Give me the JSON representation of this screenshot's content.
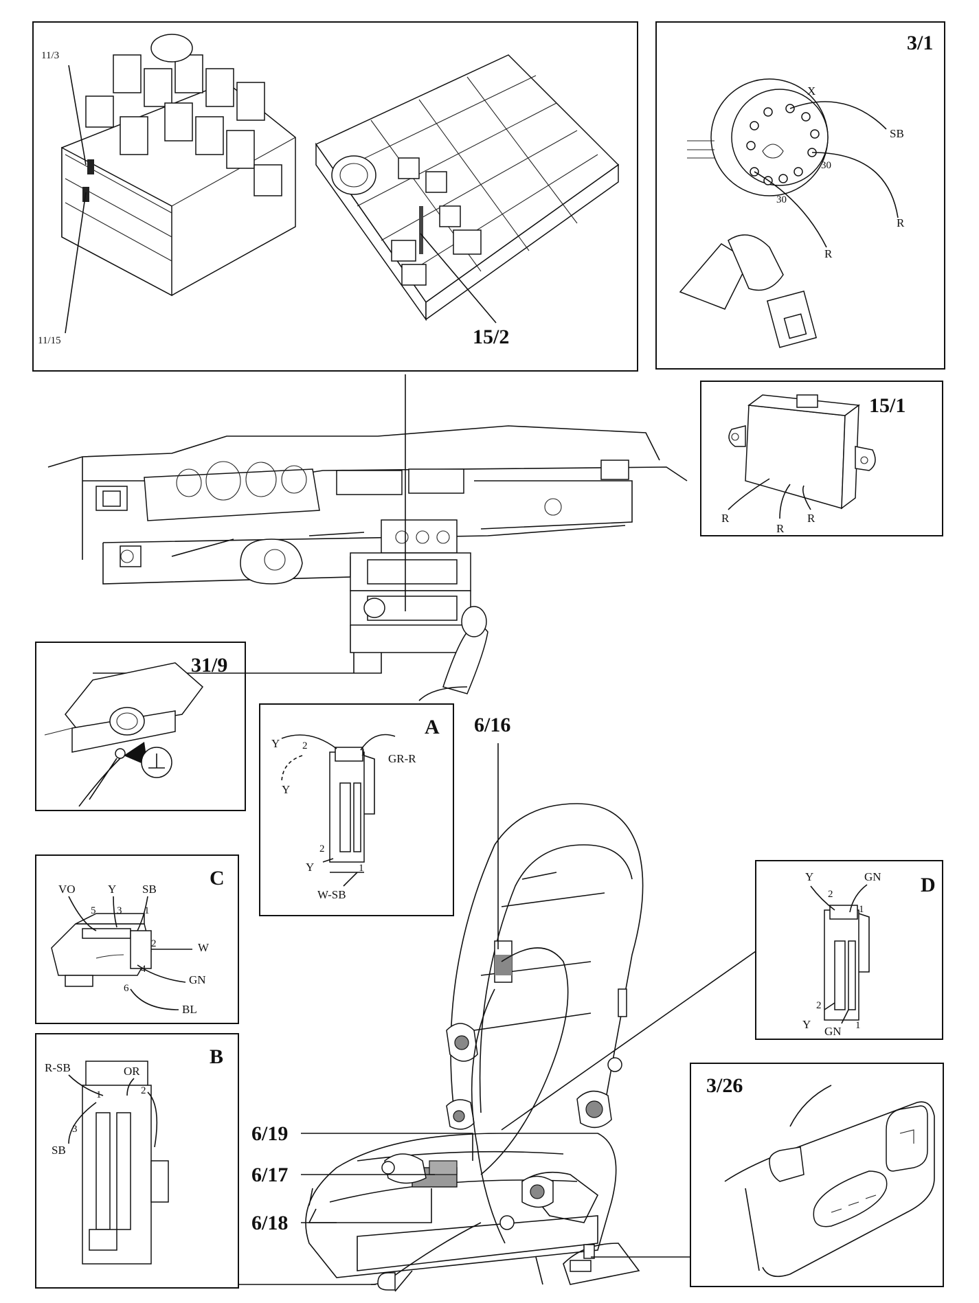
{
  "callouts": {
    "fusebox": {
      "label_top": "11/3",
      "label_bottom": "11/15",
      "label_relay": "15/2"
    },
    "switch": {
      "id": "3/1",
      "pins": [
        "X",
        "SB",
        "30",
        "30",
        "R",
        "R"
      ]
    },
    "module": {
      "id": "15/1",
      "wires": [
        "R",
        "R",
        "R"
      ]
    },
    "ground": {
      "id": "31/9"
    },
    "conn_a": {
      "id": "A",
      "wires": [
        "Y",
        "2",
        "1",
        "GR-R",
        "Y",
        "2",
        "Y",
        "1",
        "W-SB"
      ]
    },
    "conn_c": {
      "id": "C",
      "wires": [
        "VO",
        "Y",
        "SB",
        "5",
        "3",
        "1",
        "2",
        "W",
        "4",
        "GN",
        "6",
        "BL"
      ]
    },
    "conn_b": {
      "id": "B",
      "wires": [
        "R-SB",
        "OR",
        "1",
        "2",
        "3",
        "SB"
      ]
    },
    "conn_d": {
      "id": "D",
      "wires": [
        "Y",
        "GN",
        "2",
        "1",
        "2",
        "Y",
        "GN",
        "1"
      ]
    },
    "seat_switch": {
      "id": "3/26"
    },
    "seat_labels": [
      "6/16",
      "6/19",
      "6/17",
      "6/18"
    ]
  }
}
